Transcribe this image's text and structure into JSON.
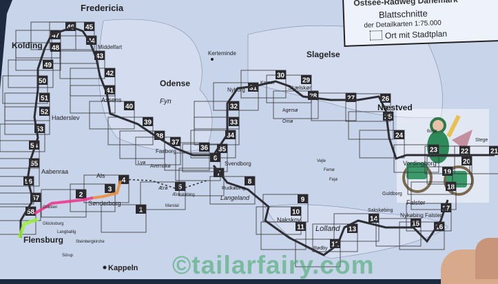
{
  "legend": {
    "title": "Ostsee-Radweg Dänemark",
    "heading": "Blattschnitte",
    "subtitle": "der Detailkarten 1:75.000",
    "city_plan_label": "Ort mit Stadtplan"
  },
  "places": {
    "major": [
      "Fredericia",
      "Kolding",
      "Odense",
      "Slagelse",
      "Næstved",
      "Flensburg",
      "Kappeln",
      "Aabenraa",
      "Sønderborg",
      "Nakskov",
      "Lolland",
      "Langeland",
      "Nykøbing Falster",
      "Falster",
      "Vordingborg",
      "Nyborg",
      "Svendborg",
      "Faaborg",
      "Assens",
      "Middelfart",
      "Skælskør",
      "Sakskøbing",
      "Haderslev",
      "Fyn",
      "Als",
      "Ærø",
      "Kerteminde",
      "Korsør",
      "Rødby",
      "Guldborg",
      "Stege",
      "Agersø",
      "Omø",
      "Lyø",
      "Avernakø"
    ],
    "minor": [
      "Rudkøbing",
      "Marstal",
      "Ærøskøbing",
      "Gråsten",
      "Vejle",
      "Femø",
      "Fejø",
      "Bogø",
      "Glücksburg",
      "Langballig",
      "Steinbergkirche",
      "Sörup",
      "Sønderborg"
    ]
  },
  "tiles": [
    "1",
    "2",
    "3",
    "4",
    "5",
    "6",
    "7",
    "8",
    "9",
    "10",
    "11",
    "12",
    "13",
    "14",
    "15",
    "16",
    "17",
    "18",
    "19",
    "20",
    "21",
    "22",
    "23",
    "24",
    "25",
    "26",
    "27",
    "28",
    "29",
    "30",
    "31",
    "32",
    "33",
    "34",
    "35",
    "36",
    "37",
    "38",
    "39",
    "40",
    "41",
    "42",
    "43",
    "44",
    "45",
    "46",
    "47",
    "48",
    "49",
    "50",
    "51",
    "52",
    "53",
    "54",
    "55",
    "56",
    "57",
    "58"
  ],
  "watermark": "©tailarfairy.com",
  "colors": {
    "paper": "#c8d4ea",
    "route": "#2e2e33",
    "pink": "#f0308a",
    "orange": "#f08a30",
    "green": "#9cf03a",
    "tile": "#333"
  }
}
